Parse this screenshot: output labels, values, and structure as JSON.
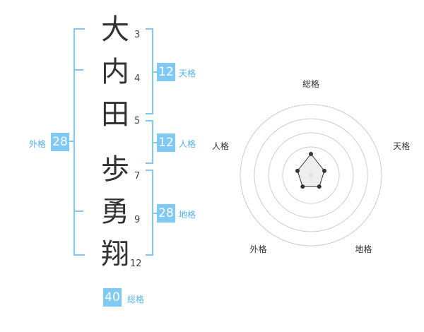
{
  "name": {
    "characters": [
      {
        "char": "大",
        "strokes": "3"
      },
      {
        "char": "内",
        "strokes": "4"
      },
      {
        "char": "田",
        "strokes": "5"
      },
      {
        "char": "歩",
        "strokes": "7"
      },
      {
        "char": "勇",
        "strokes": "9"
      },
      {
        "char": "翔",
        "strokes": "12"
      }
    ]
  },
  "fortunes": {
    "tenkaku": {
      "value": "12",
      "label": "天格"
    },
    "jinkaku": {
      "value": "12",
      "label": "人格"
    },
    "chikaku": {
      "value": "28",
      "label": "地格"
    },
    "gaikaku": {
      "value": "28",
      "label": "外格"
    },
    "soukaku": {
      "value": "40",
      "label": "総格"
    }
  },
  "radar": {
    "axes": [
      "総格",
      "天格",
      "地格",
      "外格",
      "人格"
    ],
    "values": [
      0.3,
      0.2,
      0.2,
      0.2,
      0.2
    ],
    "colors": {
      "line": "#333333",
      "ring": "#cccccc",
      "accent": "#7fcaf5"
    }
  }
}
